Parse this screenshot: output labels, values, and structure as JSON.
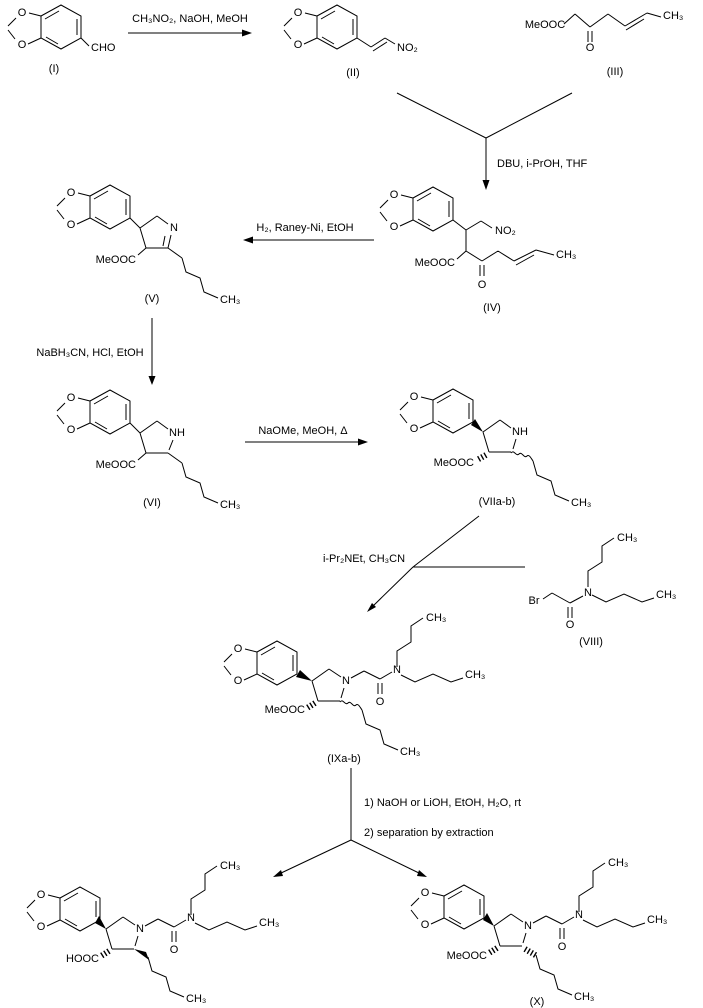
{
  "atoms": {
    "O": "O",
    "N": "N",
    "NH": "NH",
    "CH3": "CH₃",
    "CHO": "CHO",
    "NO2": "NO₂",
    "MeOOC": "MeOOC",
    "HOOC": "HOOC",
    "Br": "Br"
  },
  "labels": {
    "I": "(I)",
    "II": "(II)",
    "III": "(III)",
    "IV": "(IV)",
    "V": "(V)",
    "VI": "(VI)",
    "VIIab": "(VIIa-b)",
    "VIII": "(VIII)",
    "IXab": "(IXa-b)",
    "X": "(X)"
  },
  "conditions": {
    "step1": "CH₃NO₂, NaOH, MeOH",
    "step2": "DBU, i-PrOH, THF",
    "step3": "H₂, Raney-Ni, EtOH",
    "step4": "NaBH₃CN, HCl, EtOH",
    "step5": "NaOMe, MeOH, Δ",
    "step6": "i-Pr₂NEt, CH₃CN",
    "step7_line1": "1) NaOH or LiOH, EtOH, H₂O, rt",
    "step7_line2": "2) separation by extraction"
  }
}
